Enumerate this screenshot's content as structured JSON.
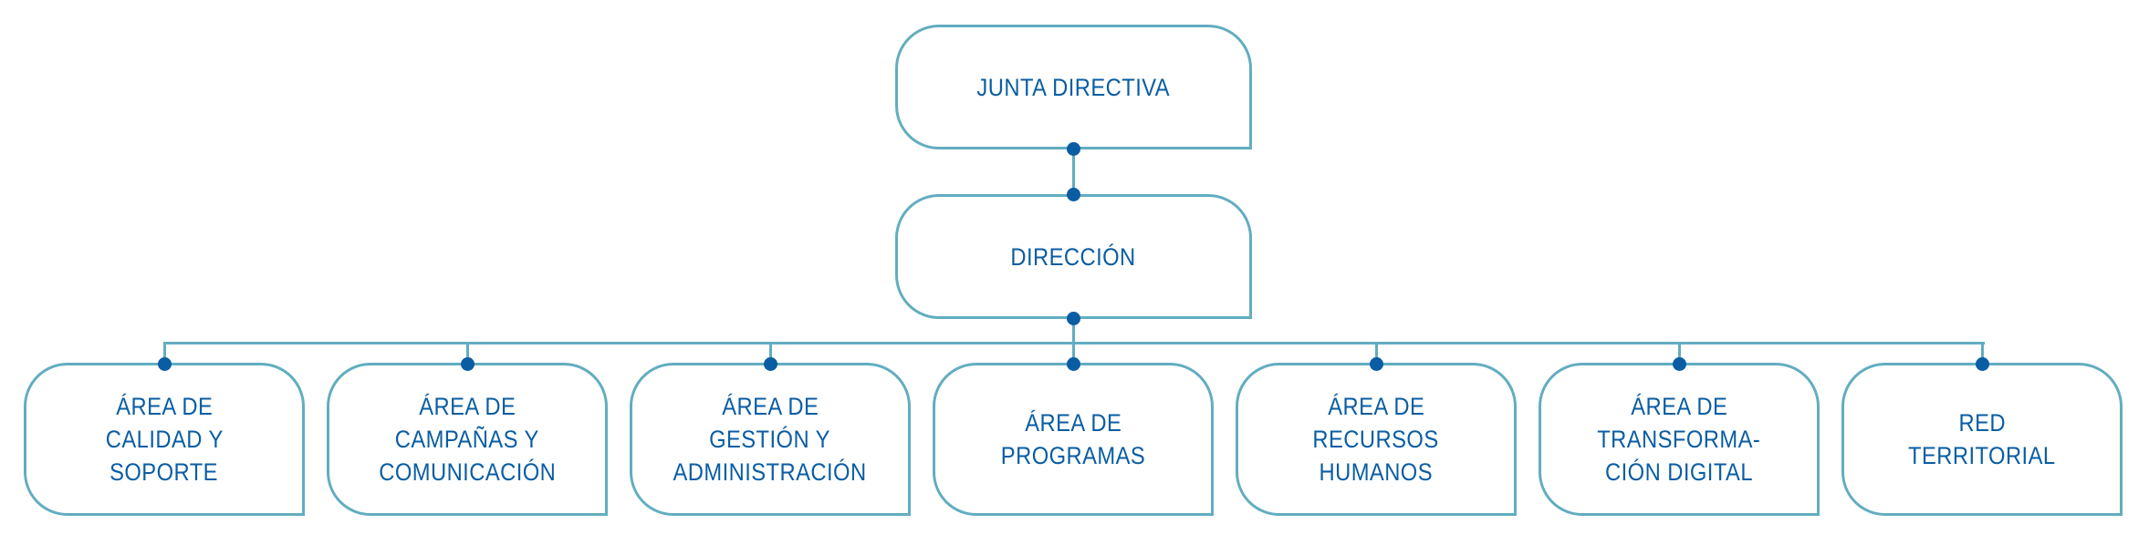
{
  "colors": {
    "border": "#62adc0",
    "text": "#0a5da3",
    "dot": "#0a5da3"
  },
  "top": {
    "lines": [
      "JUNTA DIRECTIVA"
    ]
  },
  "director": {
    "lines": [
      "DIRECCIÓN"
    ]
  },
  "areas": [
    {
      "lines": [
        "ÁREA DE",
        "CALIDAD Y",
        "SOPORTE"
      ]
    },
    {
      "lines": [
        "ÁREA DE",
        "CAMPAÑAS Y",
        "COMUNICACIÓN"
      ]
    },
    {
      "lines": [
        "ÁREA DE",
        "GESTIÓN Y",
        "ADMINISTRACIÓN"
      ]
    },
    {
      "lines": [
        "ÁREA DE",
        "PROGRAMAS"
      ]
    },
    {
      "lines": [
        "ÁREA DE",
        "RECURSOS",
        "HUMANOS"
      ]
    },
    {
      "lines": [
        "ÁREA DE",
        "TRANSFORMA-",
        "CIÓN DIGITAL"
      ]
    },
    {
      "lines": [
        "RED",
        "TERRITORIAL"
      ]
    }
  ]
}
